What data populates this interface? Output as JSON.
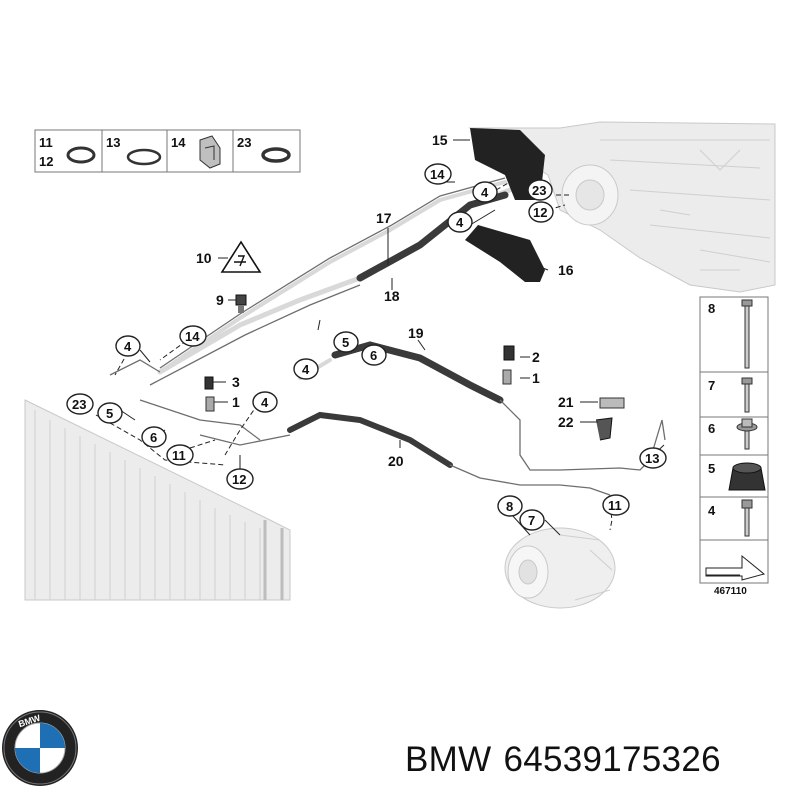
{
  "callouts": {
    "ring11": "11",
    "ring12": "12",
    "ring13": "13",
    "ring14": "14",
    "ring23": "23",
    "c15": "15",
    "c14a": "14",
    "c4a": "4",
    "c23": "23",
    "c4b": "4",
    "c12a": "12",
    "c17": "17",
    "c18": "18",
    "c16": "16",
    "c10": "10",
    "c9": "9",
    "c14b": "14",
    "c4c": "4",
    "c5a": "5",
    "c6a": "6",
    "c19": "19",
    "c2": "2",
    "c1a": "1",
    "c4d": "4",
    "c3": "3",
    "c1b": "1",
    "c23b": "23",
    "c5b": "5",
    "c6b": "6",
    "c4e": "4",
    "c11a": "11",
    "c12b": "12",
    "c20": "20",
    "c21": "21",
    "c22": "22",
    "c13": "13",
    "c8": "8",
    "c7": "7",
    "c11b": "11",
    "p8": "8",
    "p7": "7",
    "p6": "6",
    "p5": "5",
    "p4": "4"
  },
  "diagram_number": "467110",
  "brand": {
    "name": "BMW",
    "part_number": "64539175326",
    "logo_letters": "BMW"
  },
  "colors": {
    "line": "#222222",
    "hose": "#3a3a3a",
    "ghost": "#ececec",
    "logo_blue": "#1f6fb5"
  }
}
